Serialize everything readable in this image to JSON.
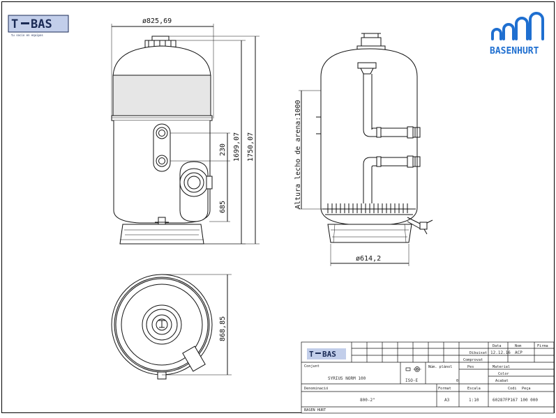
{
  "logos": {
    "tebas_word": "T",
    "tebas_word_rest": "BAS",
    "tebas_tagline": "tu socio en equipos",
    "basenhurt_word": "BASENHURT",
    "brand_blue": "#1f6fd0",
    "brand_dark": "#1a2a55"
  },
  "dimensions": {
    "top_width": "ø825,69",
    "height_1750": "1750,07",
    "height_1699": "1699,07",
    "dim_230": "230",
    "dim_685": "685",
    "sand_bed": "Altura lecho de arena:1000",
    "base_width": "ø614,2",
    "top_view": "868,85"
  },
  "title_block": {
    "date_label": "Data",
    "name_label": "Nom",
    "sign_label": "Firma",
    "drawn_label": "Dibuixat",
    "drawn_date": "12.12.16",
    "drawn_name": "ACP",
    "checked_label": "Comprovat",
    "set_label": "Conjunt",
    "set_value": "SYRIUS NORM 100",
    "iso": "ISO-E",
    "plan_num_label": "Núm. plànol",
    "weight_label": "Pes",
    "material_label": "Material",
    "color_label": "Color",
    "finish_label": "Acabat",
    "denom_label": "Denominació",
    "denom_value": "800-2\"",
    "format_label": "Format",
    "format_value": "A3",
    "scale_label": "Escala",
    "scale_value": "1:10",
    "code_label": "Codi",
    "piece_label": "Peça",
    "code_value": "60287FP167 100 000",
    "company": "BASEN HURT",
    "small_zero": "0"
  }
}
